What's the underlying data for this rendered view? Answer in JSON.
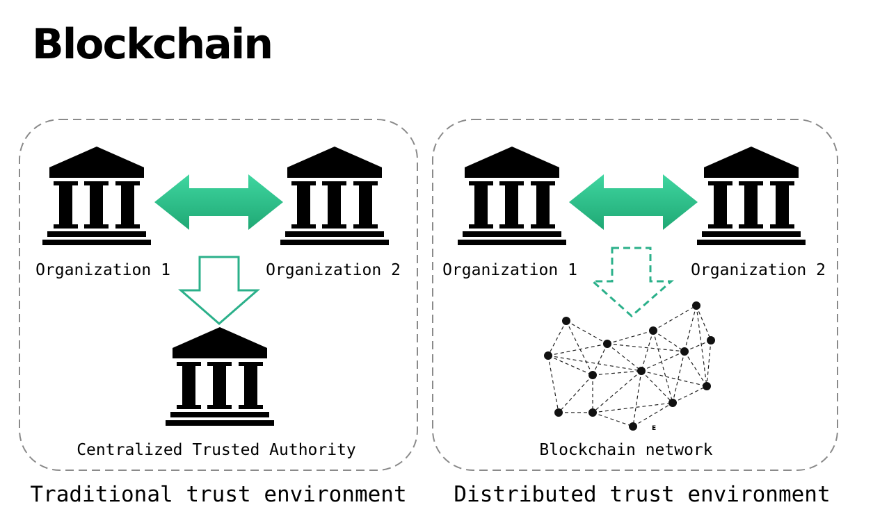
{
  "title": "Blockchain",
  "traditional": {
    "org1_label": "Organization 1",
    "org2_label": "Organization 2",
    "authority_label": "Centralized Trusted Authority",
    "caption": "Traditional trust environment"
  },
  "distributed": {
    "org1_label": "Organization 1",
    "org2_label": "Organization 2",
    "network_label": "Blockchain network",
    "node_marker": "E",
    "caption": "Distributed trust environment"
  },
  "icons": {
    "institution": "bank-building-icon",
    "exchange": "double-arrow-icon",
    "flow": "down-arrow-icon",
    "network": "network-graph-icon"
  },
  "colors": {
    "arrow_fill_top": "#3fd6a0",
    "arrow_fill_bottom": "#1fa874",
    "outline_arrow": "#2bb08a",
    "box_border": "#8a8a8a"
  }
}
